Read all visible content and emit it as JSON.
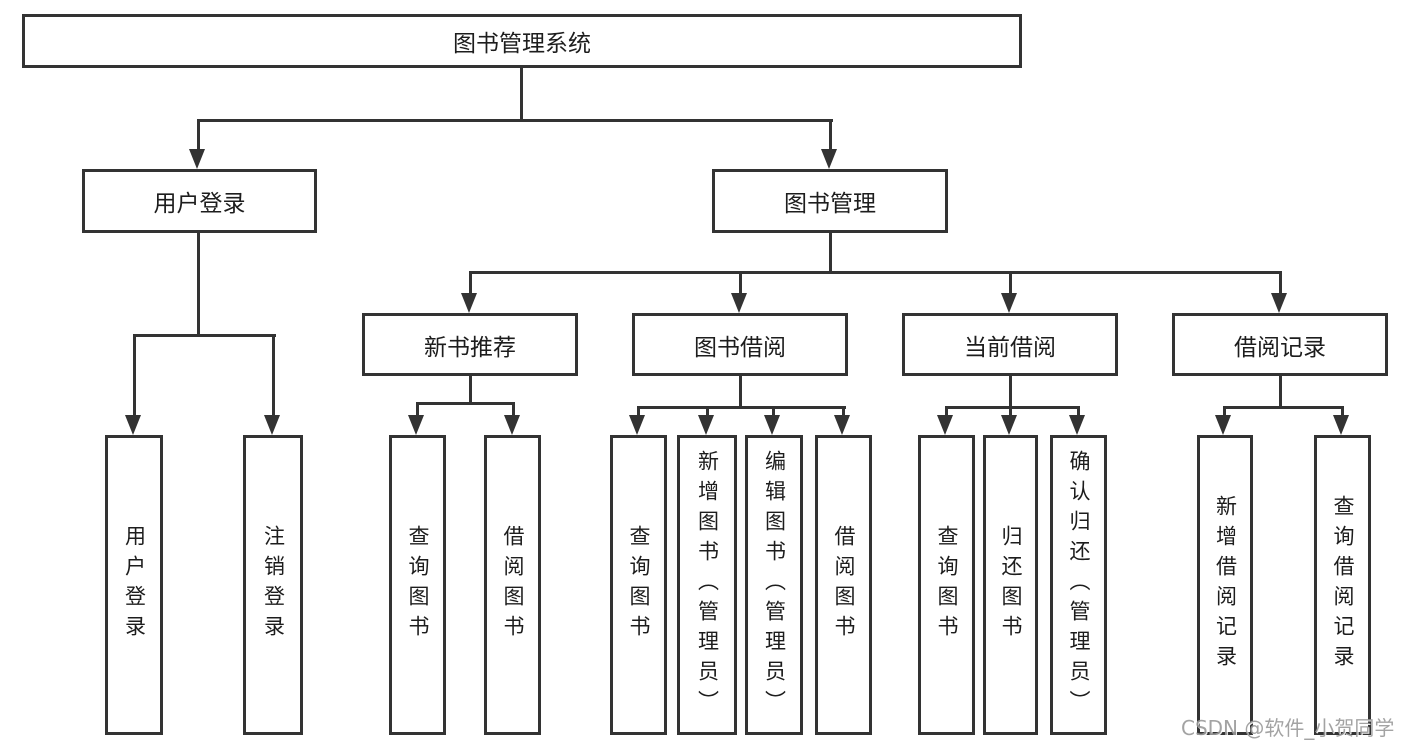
{
  "diagram": {
    "root": {
      "label": "图书管理系统",
      "children": [
        {
          "label": "用户登录",
          "children": [
            {
              "label": "用户登录"
            },
            {
              "label": "注销登录"
            }
          ]
        },
        {
          "label": "图书管理",
          "children": [
            {
              "label": "新书推荐",
              "children": [
                {
                  "label": "查询图书"
                },
                {
                  "label": "借阅图书"
                }
              ]
            },
            {
              "label": "图书借阅",
              "children": [
                {
                  "label": "查询图书"
                },
                {
                  "label": "新增图书（管理员）"
                },
                {
                  "label": "编辑图书（管理员）"
                },
                {
                  "label": "借阅图书"
                }
              ]
            },
            {
              "label": "当前借阅",
              "children": [
                {
                  "label": "查询图书"
                },
                {
                  "label": "归还图书"
                },
                {
                  "label": "确认归还（管理员）"
                }
              ]
            },
            {
              "label": "借阅记录",
              "children": [
                {
                  "label": "新增借阅记录"
                },
                {
                  "label": "查询借阅记录"
                }
              ]
            }
          ]
        }
      ]
    },
    "watermark": "CSDN @软件_小贺同学",
    "colors": {
      "line": "#333333",
      "text": "#1d1d1d",
      "watermark": "#9a9a9a",
      "background": "#ffffff"
    }
  }
}
